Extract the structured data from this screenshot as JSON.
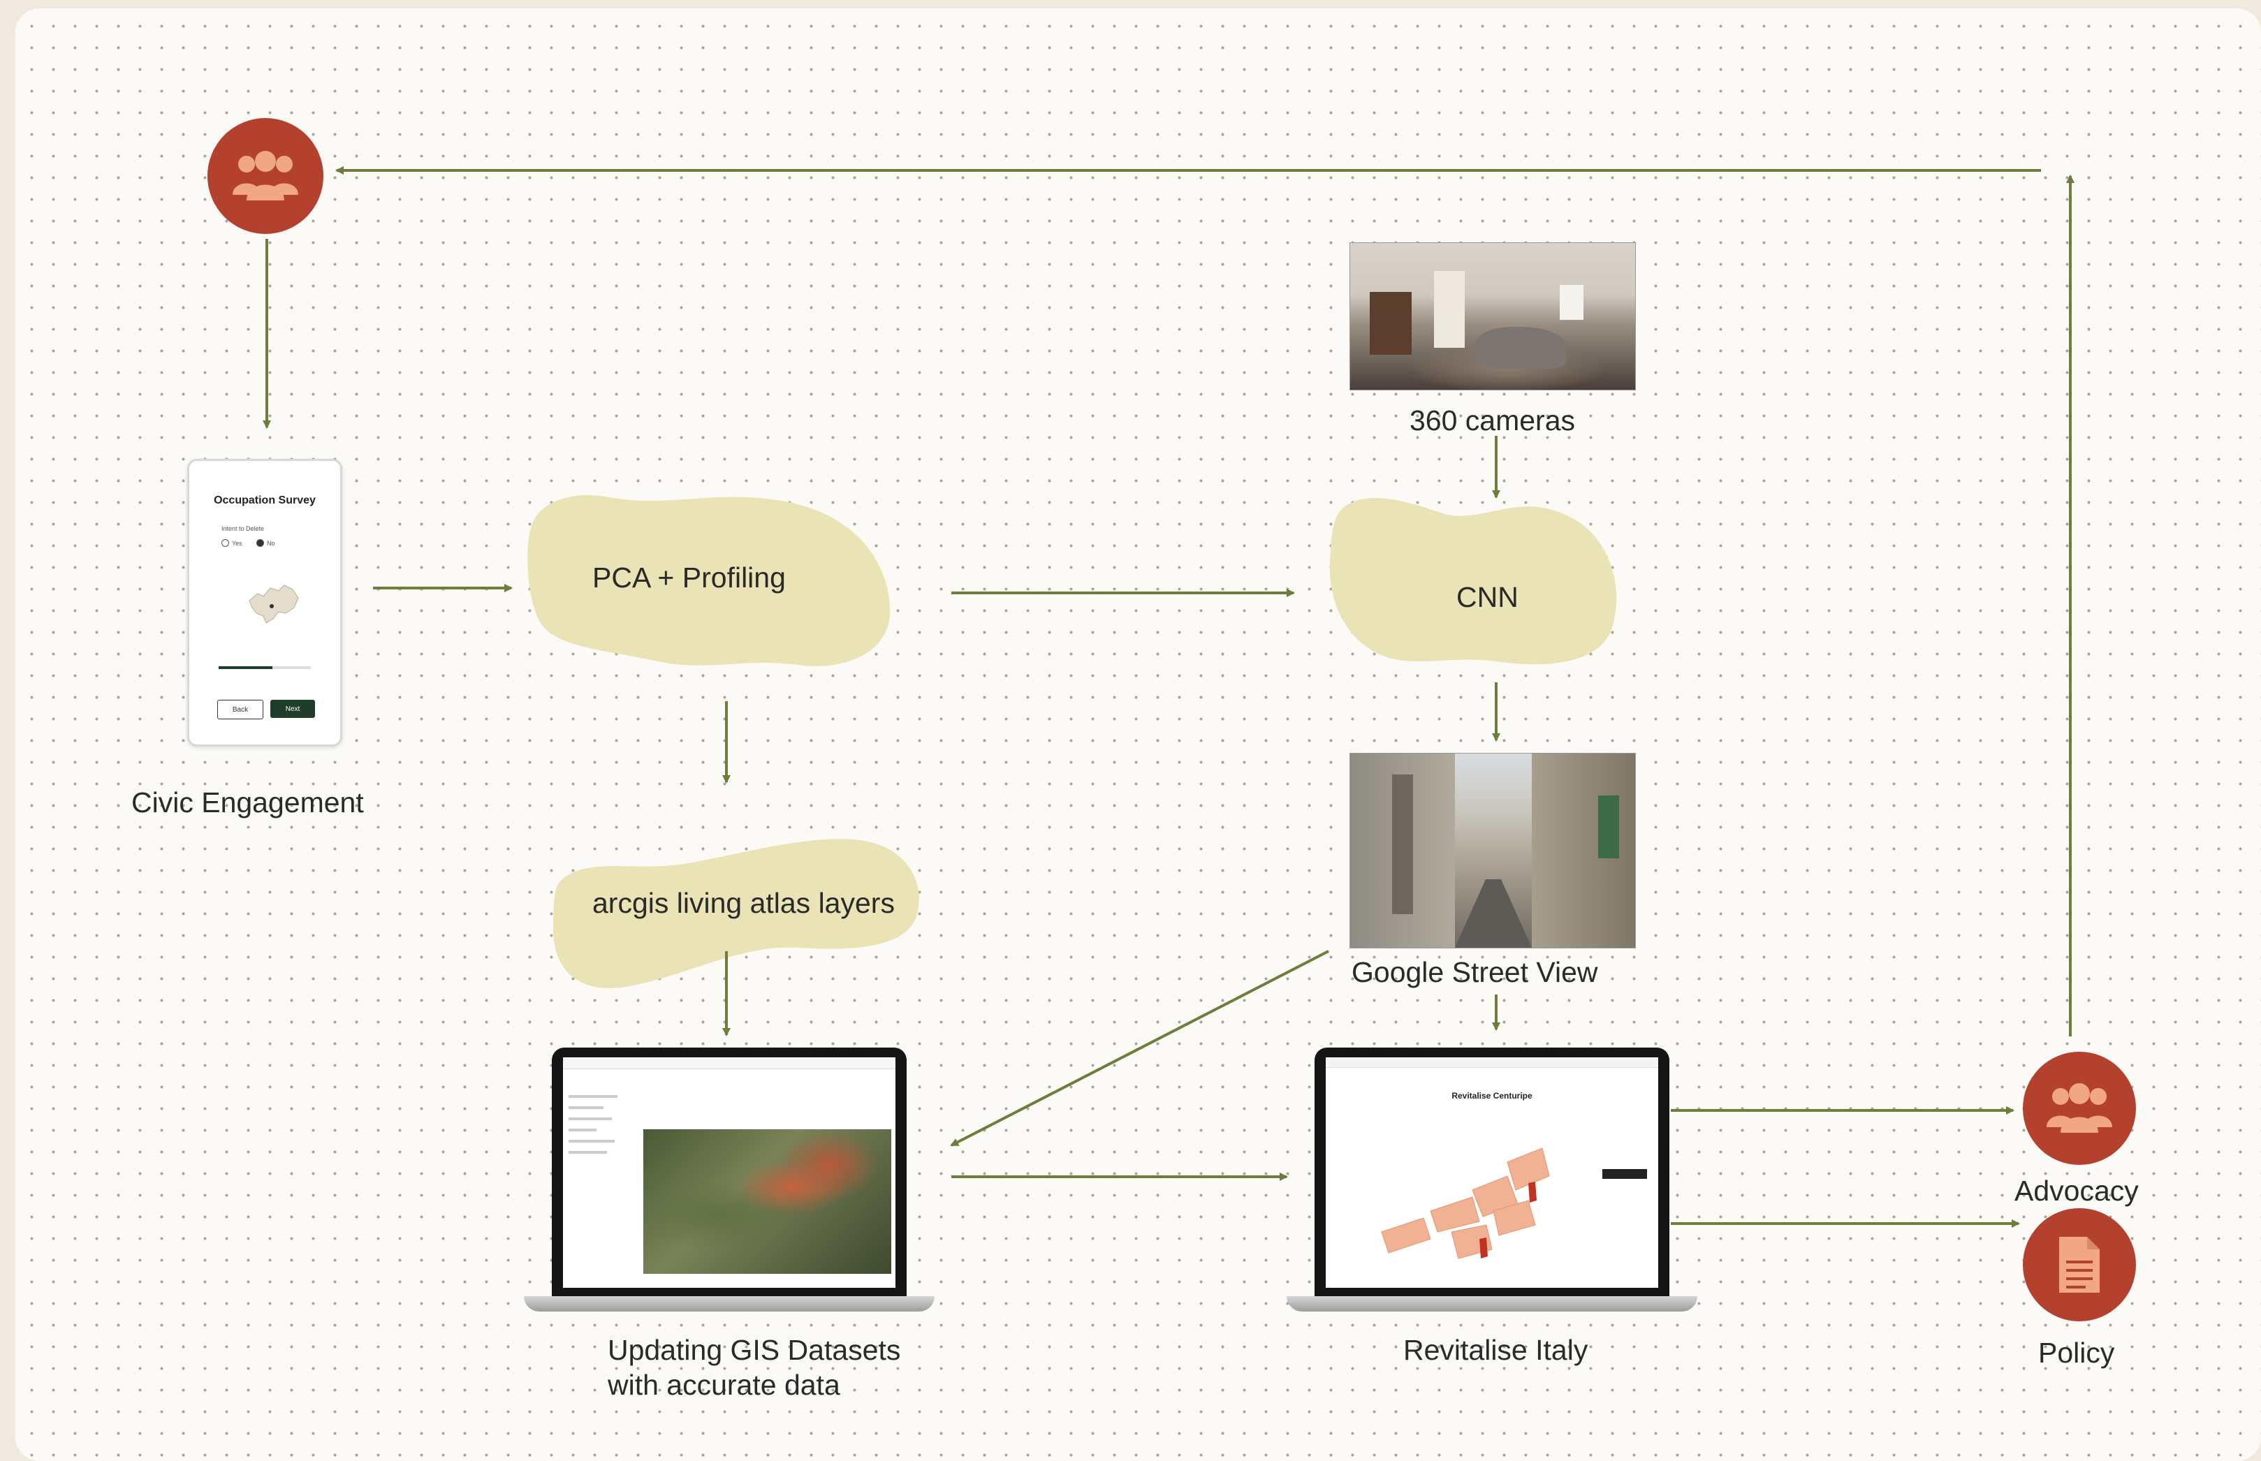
{
  "diagram": {
    "nodes": {
      "civic_engagement": {
        "label": "Civic Engagement"
      },
      "pca": {
        "label": "PCA + Profiling"
      },
      "cnn": {
        "label": "CNN"
      },
      "cameras": {
        "label": "360 cameras"
      },
      "atlas": {
        "label": "arcgis living atlas layers"
      },
      "street_view": {
        "label": "Google Street View"
      },
      "gis": {
        "label_line1": "Updating GIS Datasets",
        "label_line2": "with accurate data"
      },
      "revitalise": {
        "label": "Revitalise Italy"
      },
      "advocacy": {
        "label": "Advocacy"
      },
      "policy": {
        "label": "Policy"
      }
    },
    "phone_screen": {
      "title": "Occupation Survey",
      "question": "Intent to Delete",
      "option_yes": "Yes",
      "option_no": "No",
      "back_button": "Back",
      "next_button": "Next"
    },
    "revitalise_screen": {
      "title": "Revitalise Centuripe"
    },
    "colors": {
      "accent_red": "#b4402e",
      "arrow_green": "#6f7d3c",
      "blob_fill": "#e9e3b5"
    },
    "icons": {
      "top": "people-group-icon",
      "advocacy": "people-group-icon",
      "policy": "document-icon"
    }
  }
}
